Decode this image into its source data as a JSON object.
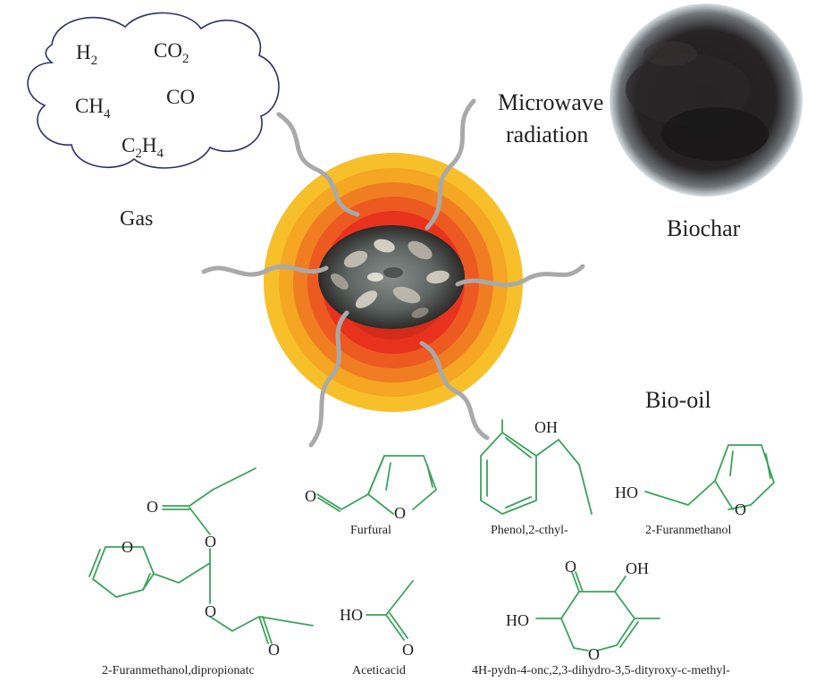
{
  "gas": {
    "label": "Gas",
    "species": [
      {
        "main": "H",
        "sub": "2",
        "rest": ""
      },
      {
        "main": "CO",
        "sub": "2",
        "rest": ""
      },
      {
        "main": "CH",
        "sub": "4",
        "rest": ""
      },
      {
        "main": "CO",
        "sub": "",
        "rest": ""
      },
      {
        "main": "C",
        "sub": "2",
        "rest": "H",
        "sub2": "4"
      }
    ]
  },
  "microwave": {
    "line1": "Microwave",
    "line2": "radiation"
  },
  "biochar": {
    "label": "Biochar"
  },
  "biooil": {
    "label": "Bio-oil"
  },
  "compounds": {
    "furfural": "Furfural",
    "phenol": "Phenol,2-cthyl-",
    "furanmethanol": "2-Furanmethanol",
    "dipropionate": "2-Furanmethanol,dipropionatc",
    "aceticacid": "Aceticacid",
    "pyranone": "4H-pydn-4-onc,2,3-dihydro-3,5-dityroxy-c-methyl-"
  },
  "atoms": {
    "o": "O",
    "oh": "OH",
    "ho": "HO"
  },
  "colors": {
    "bond": "#3aa35a",
    "cloud_outline": "#2c2f6e",
    "ring_outer": "#f7c02a",
    "ring_inner": "#e8321e",
    "wave": "#a9a9a9",
    "biochar": "#1c1a1b"
  }
}
